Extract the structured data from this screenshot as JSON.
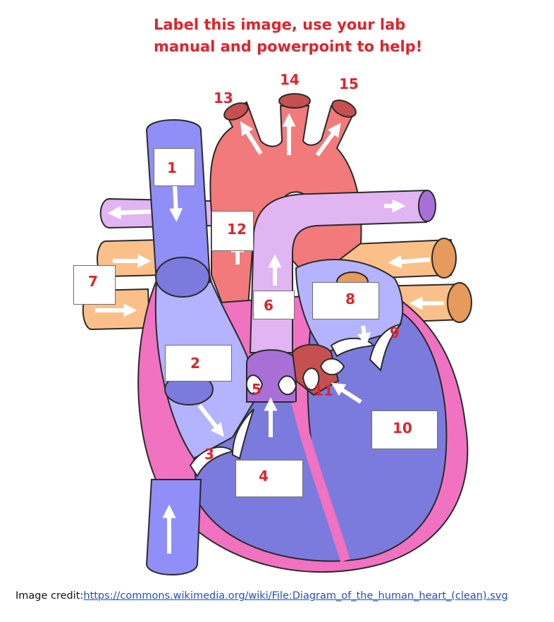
{
  "title": {
    "line1": "Label this image, use your lab",
    "line2": "manual and powerpoint to help!"
  },
  "labels": {
    "n1": "1",
    "n2": "2",
    "n3": "3",
    "n4": "4",
    "n5": "5",
    "n6": "6",
    "n7": "7",
    "n8": "8",
    "n9": "9",
    "n10": "10",
    "n11": "11",
    "n12": "12",
    "n13": "13",
    "n14": "14",
    "n15": "15"
  },
  "credit": {
    "prefix": "Image credit:",
    "link": "https://commons.wikimedia.org/wiki/File:Diagram_of_the_human_heart_(clean).svg"
  },
  "colors": {
    "label_red": "#e0232b",
    "vena_cava": "#8f8ff7",
    "right_atrium": "#b3b3ff",
    "ventricle": "#7b7bdd",
    "aorta": "#f27a7a",
    "aorta_dark": "#c65050",
    "pulmonary_artery": "#e1b4f2",
    "pulmonary_vein": "#fbc089",
    "myocardium": "#f072c1"
  }
}
